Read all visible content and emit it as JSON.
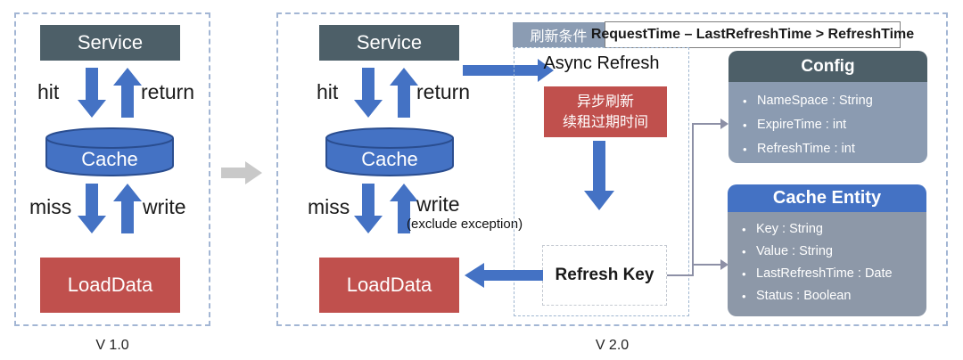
{
  "labels": {
    "v1_caption": "V 1.0",
    "v2_caption": "V 2.0",
    "service": "Service",
    "cache": "Cache",
    "loaddata": "LoadData",
    "hit": "hit",
    "return": "return",
    "miss": "miss",
    "write": "write",
    "write_note": "(exclude exception)"
  },
  "refresh_condition": {
    "tag": "刷新条件",
    "expression": "RequestTime – LastRefreshTime > RefreshTime"
  },
  "async_refresh": {
    "title": "Async Refresh",
    "task_line1": "异步刷新",
    "task_line2": "续租过期时间",
    "refresh_key": "Refresh Key"
  },
  "config": {
    "title": "Config",
    "fields": [
      "NameSpace : String",
      "ExpireTime : int",
      "RefreshTime : int"
    ]
  },
  "cache_entity": {
    "title": "Cache Entity",
    "fields": [
      "Key : String",
      "Value : String",
      "LastRefreshTime : Date",
      "Status : Boolean"
    ]
  },
  "colors": {
    "service_box": "#4d5f68",
    "cache_blue": "#4472c4",
    "load_red": "#c0504d",
    "panel_border": "#a3b6d4",
    "config_body": "#8b9bb1",
    "entity_body": "#8d98a8",
    "connector": "#8d90a6",
    "transform_arrow": "#c9c9c9",
    "tag_bg": "#8b9cb3"
  }
}
